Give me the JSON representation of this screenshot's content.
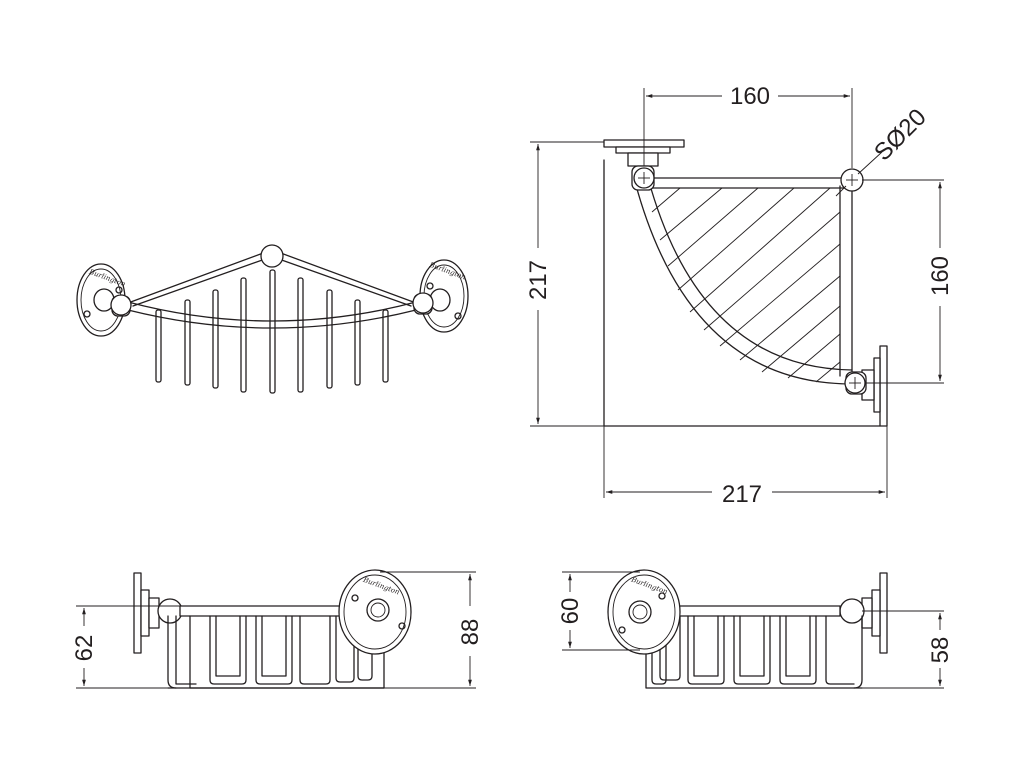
{
  "dimensions": {
    "top_width": "160",
    "ball_diameter": "SØ20",
    "overall_height": "217",
    "right_height": "160",
    "overall_width": "217",
    "left_view_height": "62",
    "left_view_total": "88",
    "right_view_height": "60",
    "right_view_bottom": "58"
  },
  "logo_text": "Burlington",
  "colors": {
    "line": "#231f20",
    "background": "#ffffff"
  }
}
